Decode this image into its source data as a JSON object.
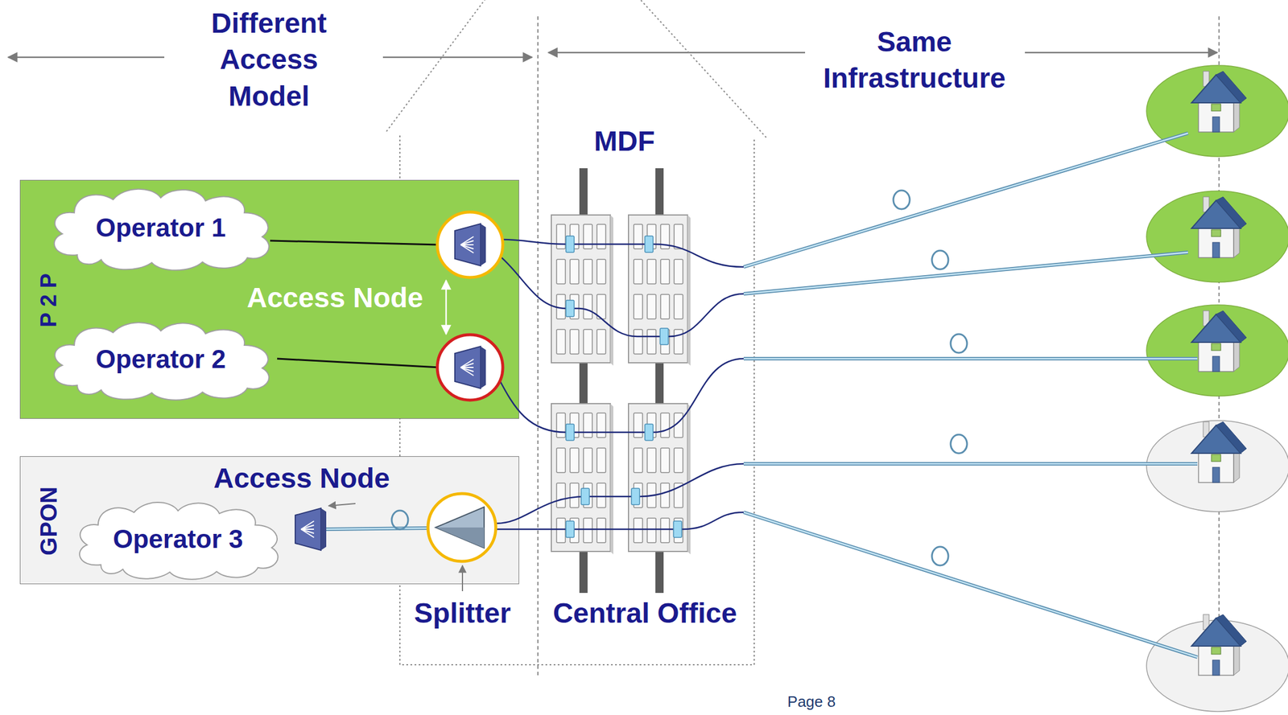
{
  "diagram": {
    "nodes": [
      {
        "text": [
          "P 2 P"
        ]
      },
      {
        "text": [
          "Operator 1"
        ],
        "in": 0
      },
      {
        "text": [
          "Operator 2"
        ],
        "in": 0
      },
      {
        "text": [
          "GPON"
        ]
      },
      {
        "text": [
          "Operator 3"
        ],
        "in": 3
      }
    ],
    "labels": [
      "Different Access Model",
      "Same Infrastructure",
      "MDF",
      "Access Node",
      "Access Node",
      "Splitter",
      "Central Office",
      "Page 8"
    ]
  }
}
